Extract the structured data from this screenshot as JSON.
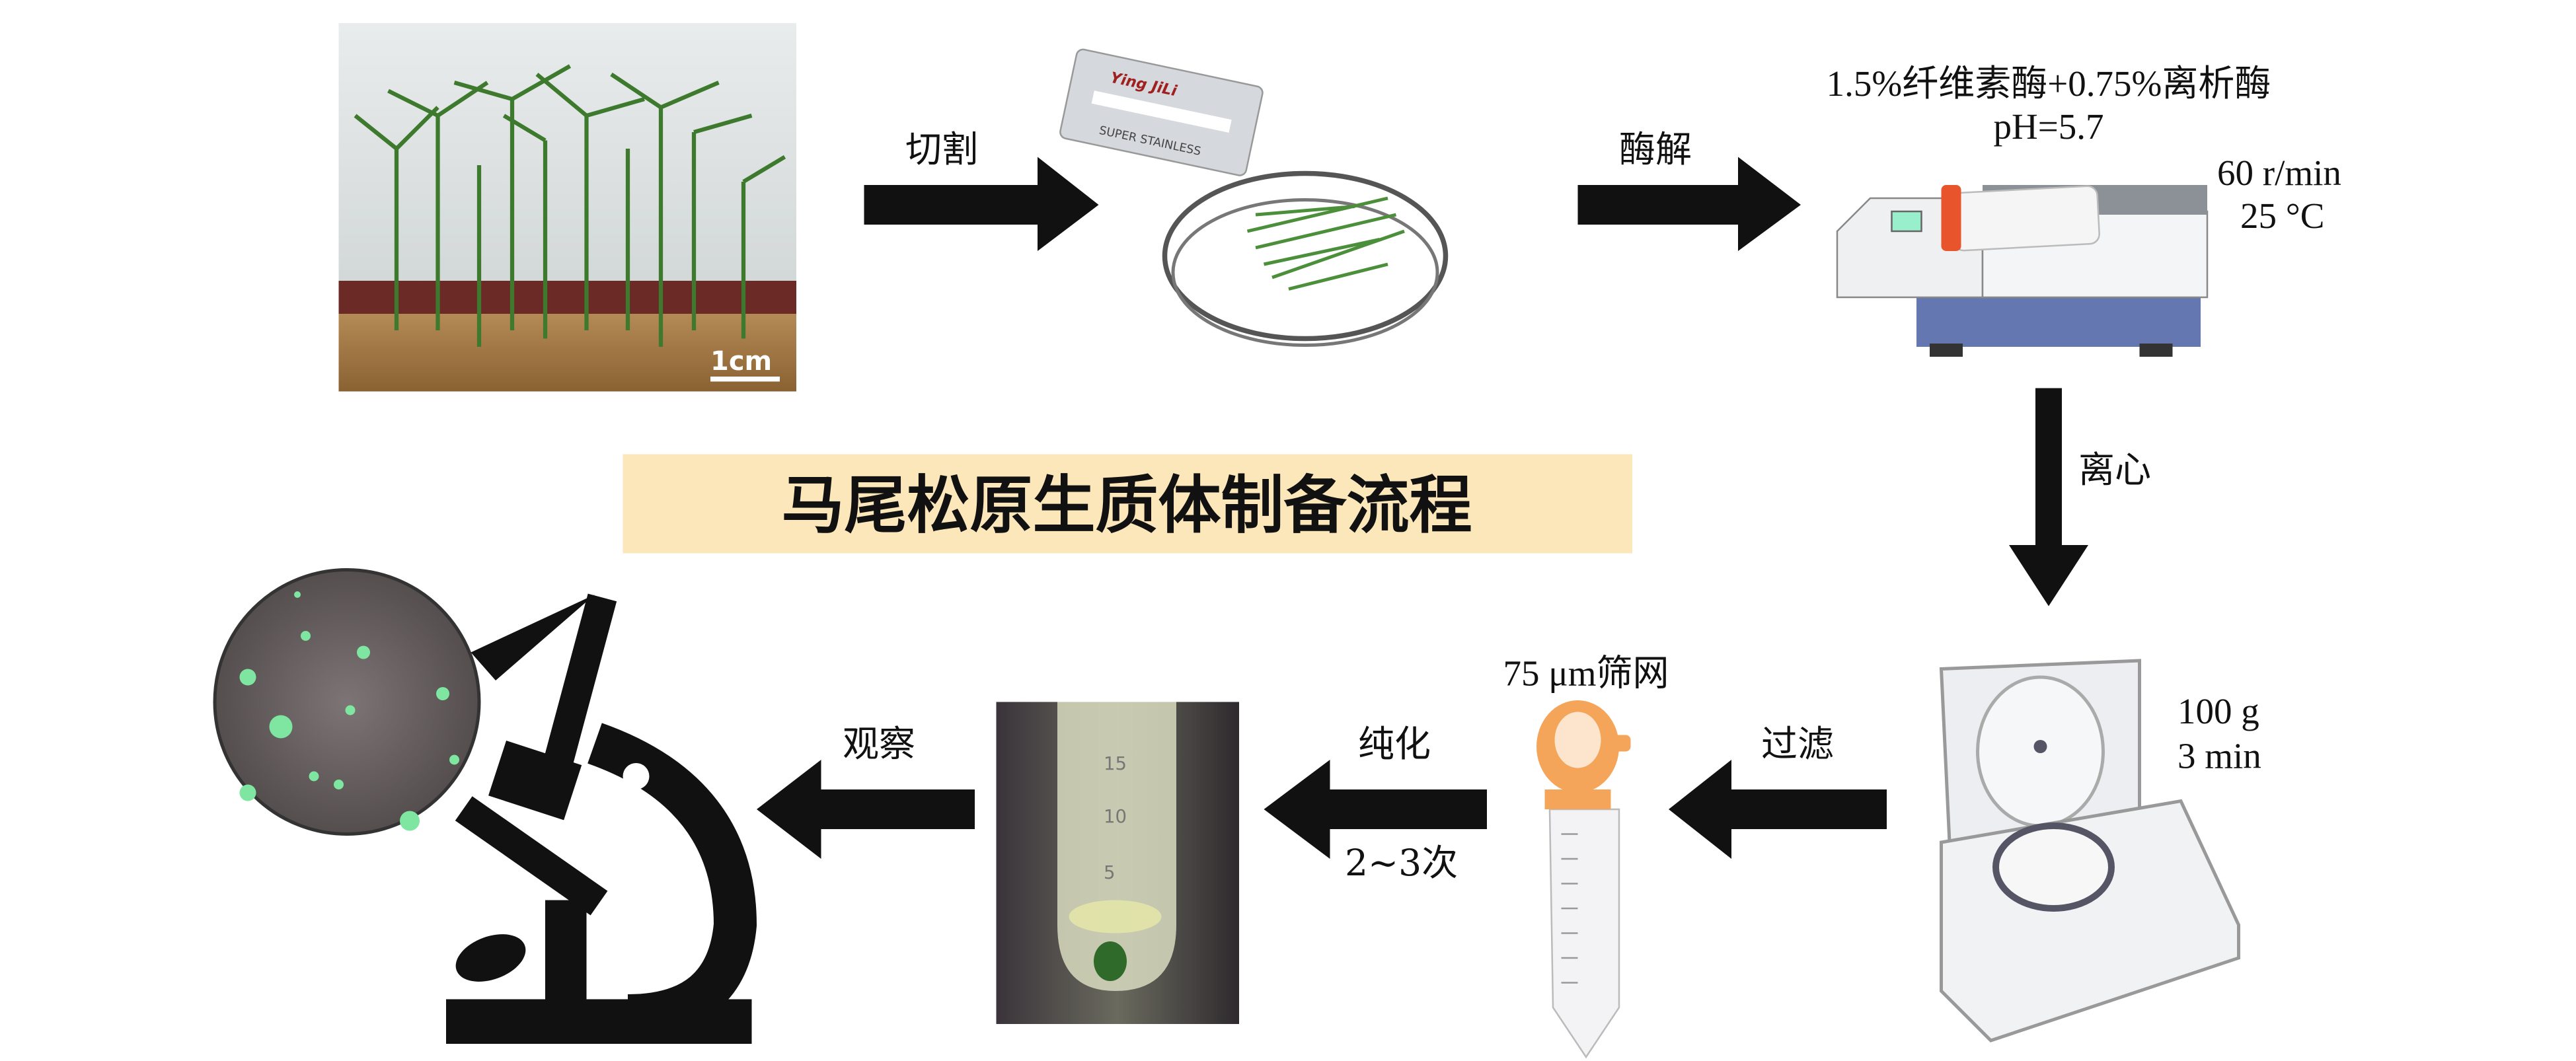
{
  "title": "马尾松原生质体制备流程",
  "steps": {
    "cut": "切割",
    "digest": "酶解",
    "centrifuge": "离心",
    "filter": "过滤",
    "purify": "纯化",
    "purify_times": "2~3次",
    "observe": "观察"
  },
  "conditions": {
    "enzyme": "1.5%纤维素酶+0.75%离析酶",
    "ph": "pH=5.7",
    "speed": "60 r/min",
    "temp": "25 °C",
    "force": "100 g",
    "time": "3 min",
    "mesh": "75 μm筛网"
  },
  "photo": {
    "scale_bar": "1cm"
  },
  "razor": {
    "brand": "Ying JiLi",
    "text": "SUPER STAINLESS"
  },
  "tube_marks": [
    "15",
    "10",
    "5"
  ],
  "colors": {
    "title_bg": "#fbe7b9",
    "arrow": "#111111",
    "shaker_base": "#6577b0",
    "cap": "#e8552c",
    "strainer": "#f5a55a"
  }
}
